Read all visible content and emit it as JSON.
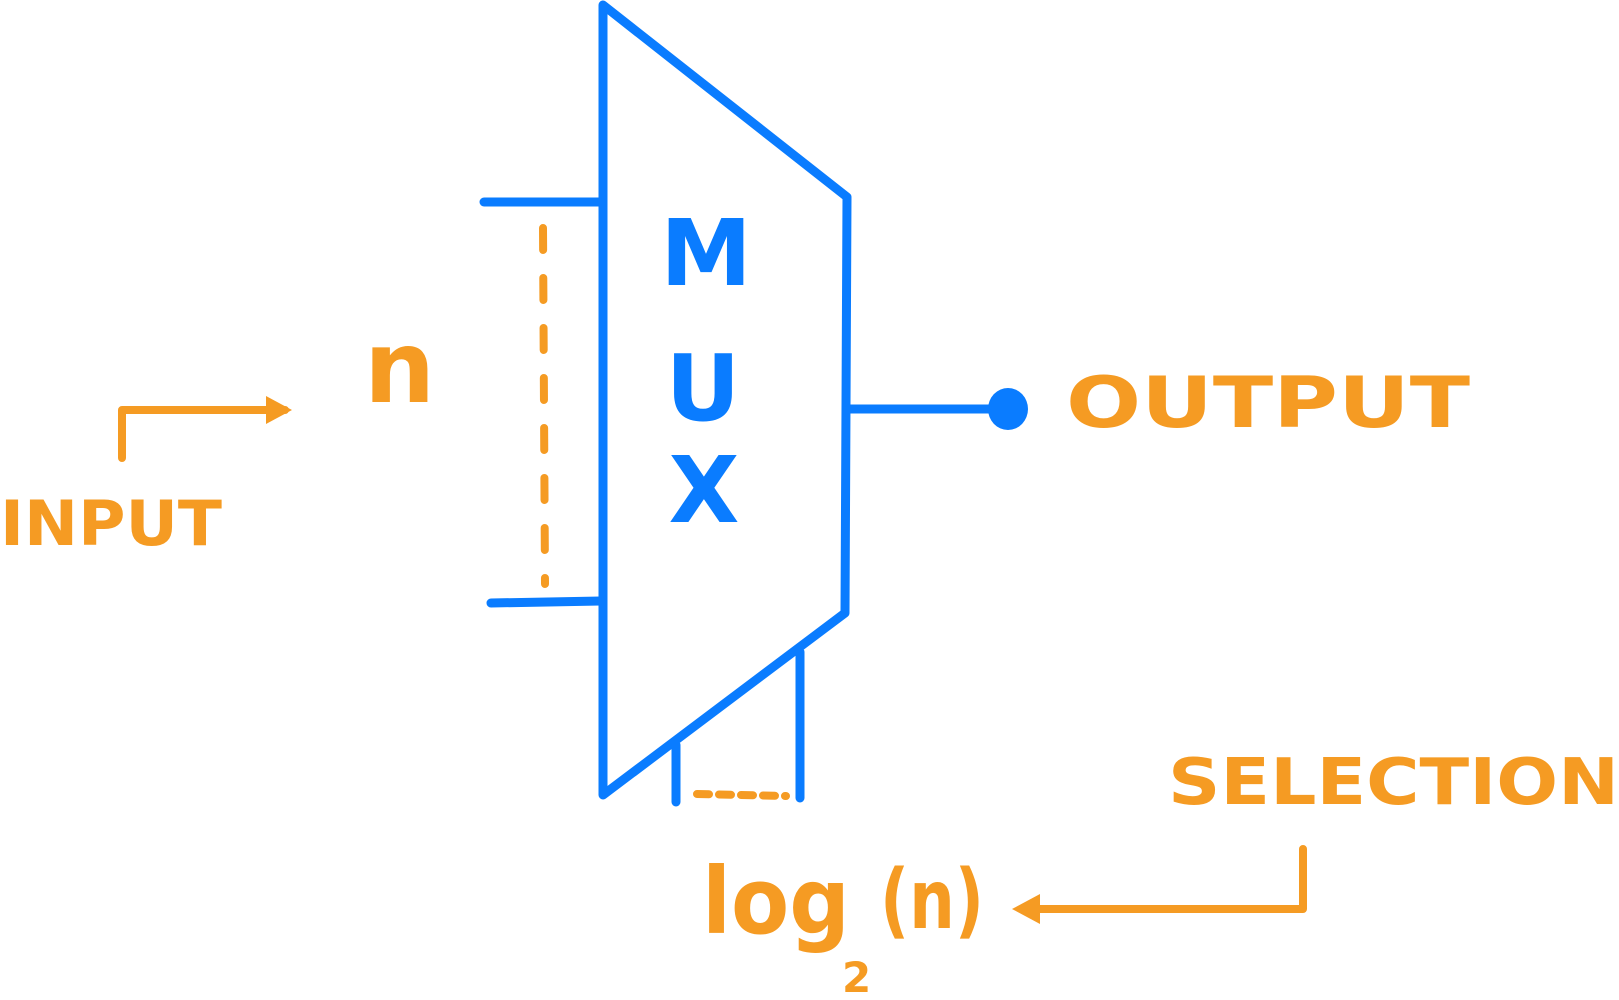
{
  "colors": {
    "block": "#0a7cff",
    "annotation": "#f59b23",
    "background": "#ffffff"
  },
  "mux_label": {
    "line1": "M",
    "line2": "U",
    "line3": "X"
  },
  "inputs": {
    "count_label": "n",
    "caption": "INPUT"
  },
  "output": {
    "caption": "OUTPUT"
  },
  "selection": {
    "caption": "SELECTION",
    "width_prefix": "log",
    "width_base": "2",
    "width_arg": "(n)"
  }
}
